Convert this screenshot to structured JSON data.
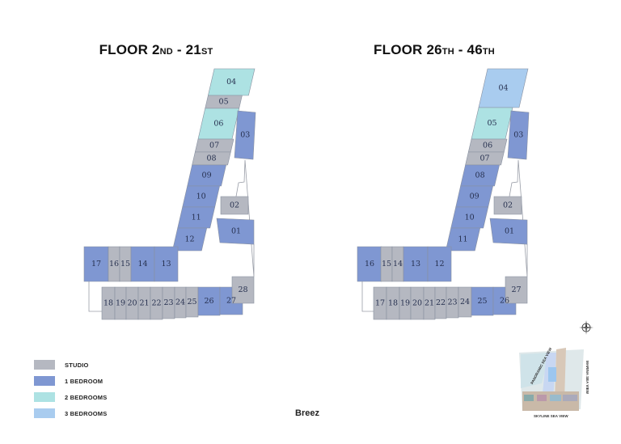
{
  "colors": {
    "studio": "#b5b8c1",
    "1br": "#7f97d2",
    "2br": "#ade2e3",
    "3br": "#a9ccef",
    "label": "#26304f",
    "outline": "#9a9ea8"
  },
  "floors": [
    {
      "title_main": "FLOOR 2",
      "title_sup1": "ND",
      "title_mid": " - 21",
      "title_sup2": "ST",
      "units": [
        {
          "label": "04",
          "type": "2br"
        },
        {
          "label": "05",
          "type": "studio"
        },
        {
          "label": "06",
          "type": "2br"
        },
        {
          "label": "07",
          "type": "studio"
        },
        {
          "label": "08",
          "type": "studio"
        },
        {
          "label": "09",
          "type": "1br"
        },
        {
          "label": "10",
          "type": "1br"
        },
        {
          "label": "11",
          "type": "1br"
        },
        {
          "label": "12",
          "type": "1br"
        },
        {
          "label": "03",
          "type": "1br"
        },
        {
          "label": "02",
          "type": "studio"
        },
        {
          "label": "01",
          "type": "1br"
        },
        {
          "label": "17",
          "type": "1br"
        },
        {
          "label": "16",
          "type": "studio"
        },
        {
          "label": "15",
          "type": "studio"
        },
        {
          "label": "14",
          "type": "1br"
        },
        {
          "label": "13",
          "type": "1br"
        },
        {
          "label": "18",
          "type": "studio"
        },
        {
          "label": "19",
          "type": "studio"
        },
        {
          "label": "20",
          "type": "studio"
        },
        {
          "label": "21",
          "type": "studio"
        },
        {
          "label": "22",
          "type": "studio"
        },
        {
          "label": "23",
          "type": "studio"
        },
        {
          "label": "24",
          "type": "studio"
        },
        {
          "label": "25",
          "type": "studio"
        },
        {
          "label": "26",
          "type": "1br"
        },
        {
          "label": "27",
          "type": "1br"
        },
        {
          "label": "28",
          "type": "studio"
        }
      ]
    },
    {
      "title_main": "FLOOR 26",
      "title_sup1": "TH",
      "title_mid": " - 46",
      "title_sup2": "TH",
      "units": [
        {
          "label": "04",
          "type": "3br"
        },
        {
          "label": "05",
          "type": "2br"
        },
        {
          "label": "06",
          "type": "studio"
        },
        {
          "label": "07",
          "type": "studio"
        },
        {
          "label": "08",
          "type": "1br"
        },
        {
          "label": "09",
          "type": "1br"
        },
        {
          "label": "10",
          "type": "1br"
        },
        {
          "label": "11",
          "type": "1br"
        },
        {
          "label": "03",
          "type": "1br"
        },
        {
          "label": "02",
          "type": "studio"
        },
        {
          "label": "01",
          "type": "1br"
        },
        {
          "label": "16",
          "type": "1br"
        },
        {
          "label": "15",
          "type": "studio"
        },
        {
          "label": "14",
          "type": "studio"
        },
        {
          "label": "13",
          "type": "1br"
        },
        {
          "label": "12",
          "type": "1br"
        },
        {
          "label": "17",
          "type": "studio"
        },
        {
          "label": "18",
          "type": "studio"
        },
        {
          "label": "19",
          "type": "studio"
        },
        {
          "label": "20",
          "type": "studio"
        },
        {
          "label": "21",
          "type": "studio"
        },
        {
          "label": "22",
          "type": "studio"
        },
        {
          "label": "23",
          "type": "studio"
        },
        {
          "label": "24",
          "type": "studio"
        },
        {
          "label": "25",
          "type": "1br"
        },
        {
          "label": "26",
          "type": "1br"
        },
        {
          "label": "27",
          "type": "studio"
        }
      ]
    }
  ],
  "legend": [
    {
      "label": "STUDIO",
      "type": "studio"
    },
    {
      "label": "1 BEDROOM",
      "type": "1br"
    },
    {
      "label": "2 BEDROOMS",
      "type": "2br"
    },
    {
      "label": "3 BEDROOMS",
      "type": "3br"
    }
  ],
  "footer": "Breez",
  "site_map": {
    "left_label": "PANORAMIC SEA VIEW",
    "right_label": "MARINA SEA VIEW",
    "bottom_label": "SKYLINE SEA VIEW"
  }
}
